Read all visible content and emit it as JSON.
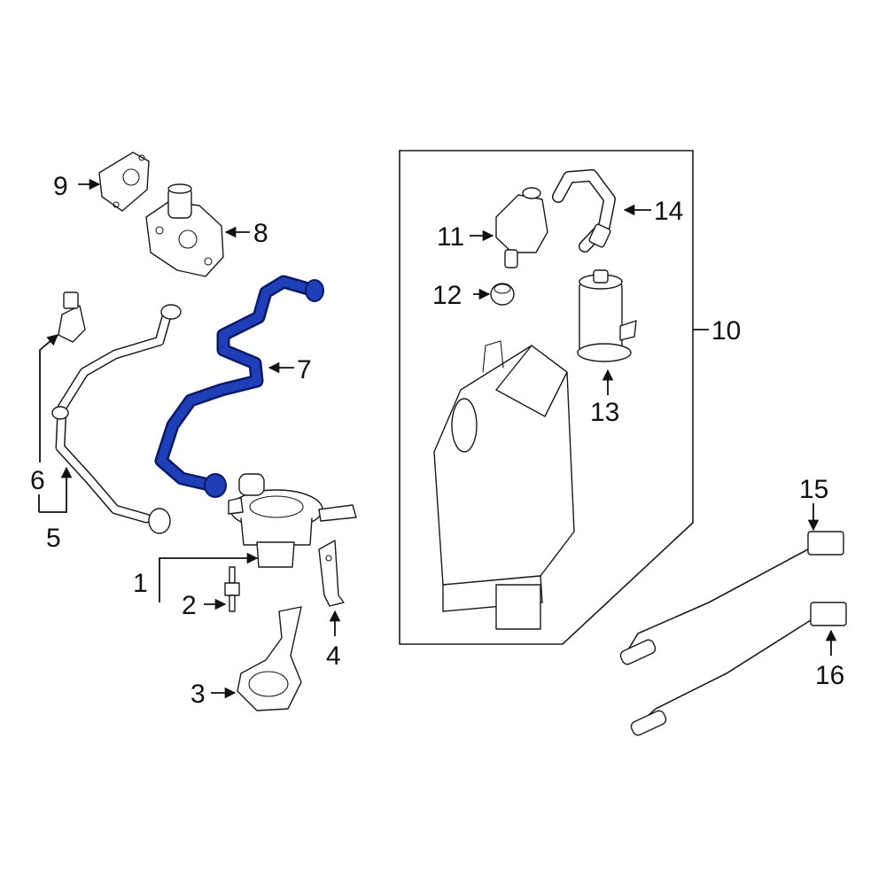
{
  "colors": {
    "highlight": "#1f3fb8",
    "line": "#1a1a1a",
    "background": "#ffffff"
  },
  "callouts": {
    "c1": "1",
    "c2": "2",
    "c3": "3",
    "c4": "4",
    "c5": "5",
    "c6": "6",
    "c7": "7",
    "c8": "8",
    "c9": "9",
    "c10": "10",
    "c11": "11",
    "c12": "12",
    "c13": "13",
    "c14": "14",
    "c15": "15",
    "c16": "16"
  },
  "highlighted_part": "7"
}
